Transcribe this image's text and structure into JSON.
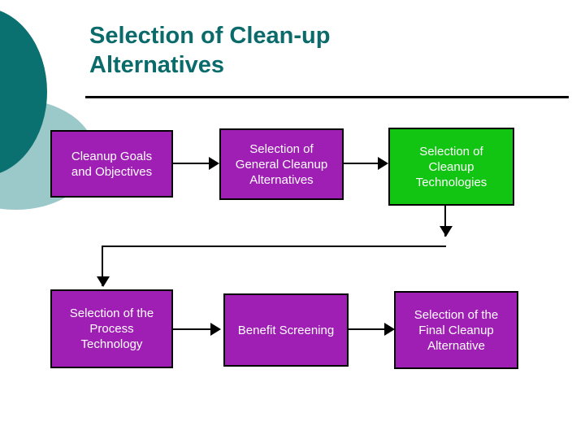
{
  "slide": {
    "title": "Selection of Clean-up\nAlternatives",
    "background_color": "#FFFFFF",
    "title_color": "#0B6B6B",
    "rule_color": "#000000"
  },
  "decor": {
    "circle_dark_color": "#0B7070",
    "circle_light_color": "#9BC8C8"
  },
  "diagram": {
    "type": "flowchart",
    "node_colors": {
      "purple": "#9F1FB4",
      "green": "#12C512",
      "border": "#000000",
      "text": "#FFFFFF"
    },
    "nodes": [
      {
        "id": "goals",
        "label": "Cleanup Goals\nand Objectives",
        "color": "purple"
      },
      {
        "id": "general",
        "label": "Selection of\nGeneral Cleanup\nAlternatives",
        "color": "purple"
      },
      {
        "id": "tech",
        "label": "Selection of\nCleanup\nTechnologies",
        "color": "green"
      },
      {
        "id": "process",
        "label": "Selection of the\nProcess\nTechnology",
        "color": "purple"
      },
      {
        "id": "benefit",
        "label": "Benefit Screening",
        "color": "purple"
      },
      {
        "id": "final",
        "label": "Selection of the\nFinal Cleanup\nAlternative",
        "color": "purple"
      }
    ],
    "edges": [
      {
        "from": "goals",
        "to": "general",
        "direction": "right"
      },
      {
        "from": "general",
        "to": "tech",
        "direction": "right"
      },
      {
        "from": "tech",
        "to": "process",
        "direction": "down-left"
      },
      {
        "from": "process",
        "to": "benefit",
        "direction": "right"
      },
      {
        "from": "benefit",
        "to": "final",
        "direction": "right"
      }
    ]
  }
}
